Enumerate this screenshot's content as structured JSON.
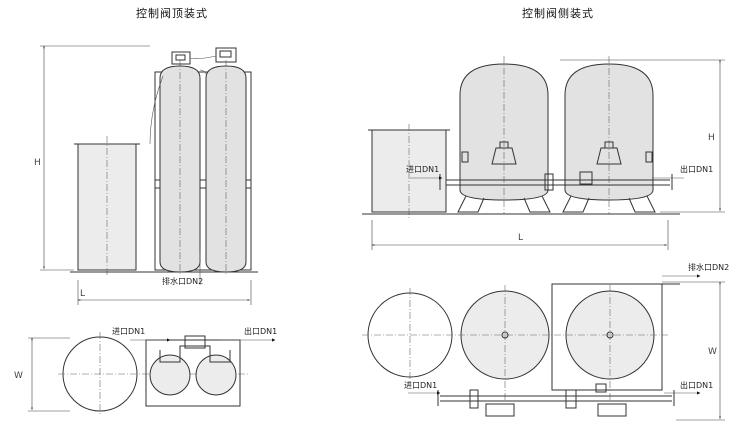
{
  "titles": {
    "top_mount": "控制阀顶装式",
    "side_mount": "控制阀侧装式"
  },
  "labels": {
    "drain": "排水口DN2",
    "inlet": "进口DN1",
    "outlet": "出口DN1"
  },
  "dimensions": {
    "height": "H",
    "length": "L",
    "width": "W"
  }
}
